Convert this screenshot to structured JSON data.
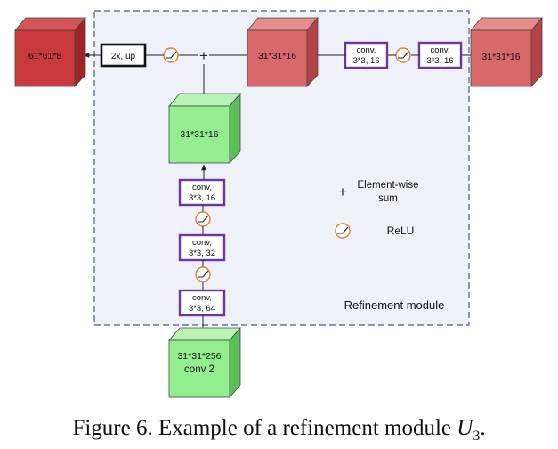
{
  "module_label": "Refinement module",
  "blocks": {
    "output": "61*61*8",
    "upsample": "2x, up",
    "decoder_feature": "31*31*16",
    "input_feature": "31*31*16",
    "skip_feature": "31*31*16",
    "conv2_feature_line1": "31*31*256",
    "conv2_feature_line2": "conv 2"
  },
  "convs": {
    "top_right_a": [
      "conv,",
      "3*3, 16"
    ],
    "top_right_b": [
      "conv,",
      "3*3, 16"
    ],
    "vertical_top": [
      "conv,",
      "3*3, 16"
    ],
    "vertical_mid": [
      "conv,",
      "3*3, 32"
    ],
    "vertical_bottom": [
      "conv,",
      "3*3, 64"
    ]
  },
  "legend": {
    "sum_symbol": "+",
    "sum_label_line1": "Element-wise",
    "sum_label_line2": "sum",
    "relu_label": "ReLU"
  },
  "caption": {
    "prefix": "Figure 6. Example of a refinement module ",
    "symbol": "U",
    "subscript": "3",
    "suffix": "."
  },
  "colors": {
    "module_bg": "#eef1f8",
    "module_border": "#3f5f86",
    "conv_border": "#6e34a0",
    "relu": "#e87a3a",
    "red_dark_front": "#c8393b",
    "red_light_front": "#d9686a",
    "green_front": "#93ee8f"
  }
}
